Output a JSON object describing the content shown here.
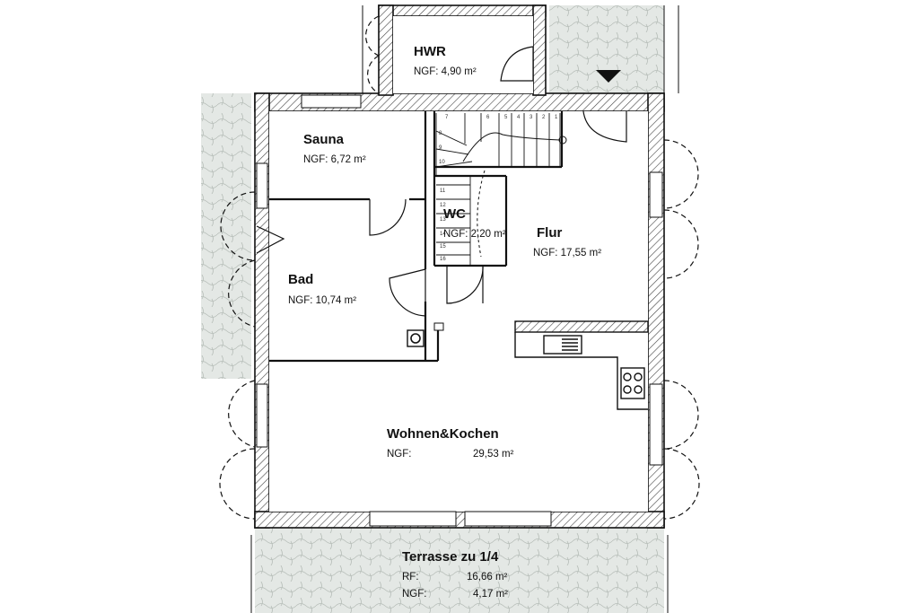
{
  "rooms": {
    "hwr": {
      "name": "HWR",
      "area": "NGF: 4,90 m²"
    },
    "sauna": {
      "name": "Sauna",
      "area": "NGF: 6,72 m²"
    },
    "wc": {
      "name": "WC",
      "area": "NGF: 2,20 m²"
    },
    "flur": {
      "name": "Flur",
      "area": "NGF: 17,55 m²"
    },
    "bad": {
      "name": "Bad",
      "area": "NGF: 10,74 m²"
    },
    "wohnen": {
      "name": "Wohnen&Kochen",
      "area_label": "NGF:",
      "area_value": "29,53 m²"
    },
    "terrasse": {
      "name": "Terrasse zu 1/4",
      "rf_label": "RF:",
      "rf_value": "16,66 m²",
      "ngf_label": "NGF:",
      "ngf_value": "4,17 m²"
    }
  },
  "stairs": {
    "steps_upper": [
      "1",
      "2",
      "3",
      "4",
      "5",
      "6",
      "7",
      "8",
      "9",
      "10"
    ],
    "steps_lower": [
      "11",
      "12",
      "13",
      "14",
      "15",
      "16"
    ]
  },
  "colors": {
    "line": "#111111",
    "paving": "#d8ddd9",
    "background": "#ffffff"
  }
}
